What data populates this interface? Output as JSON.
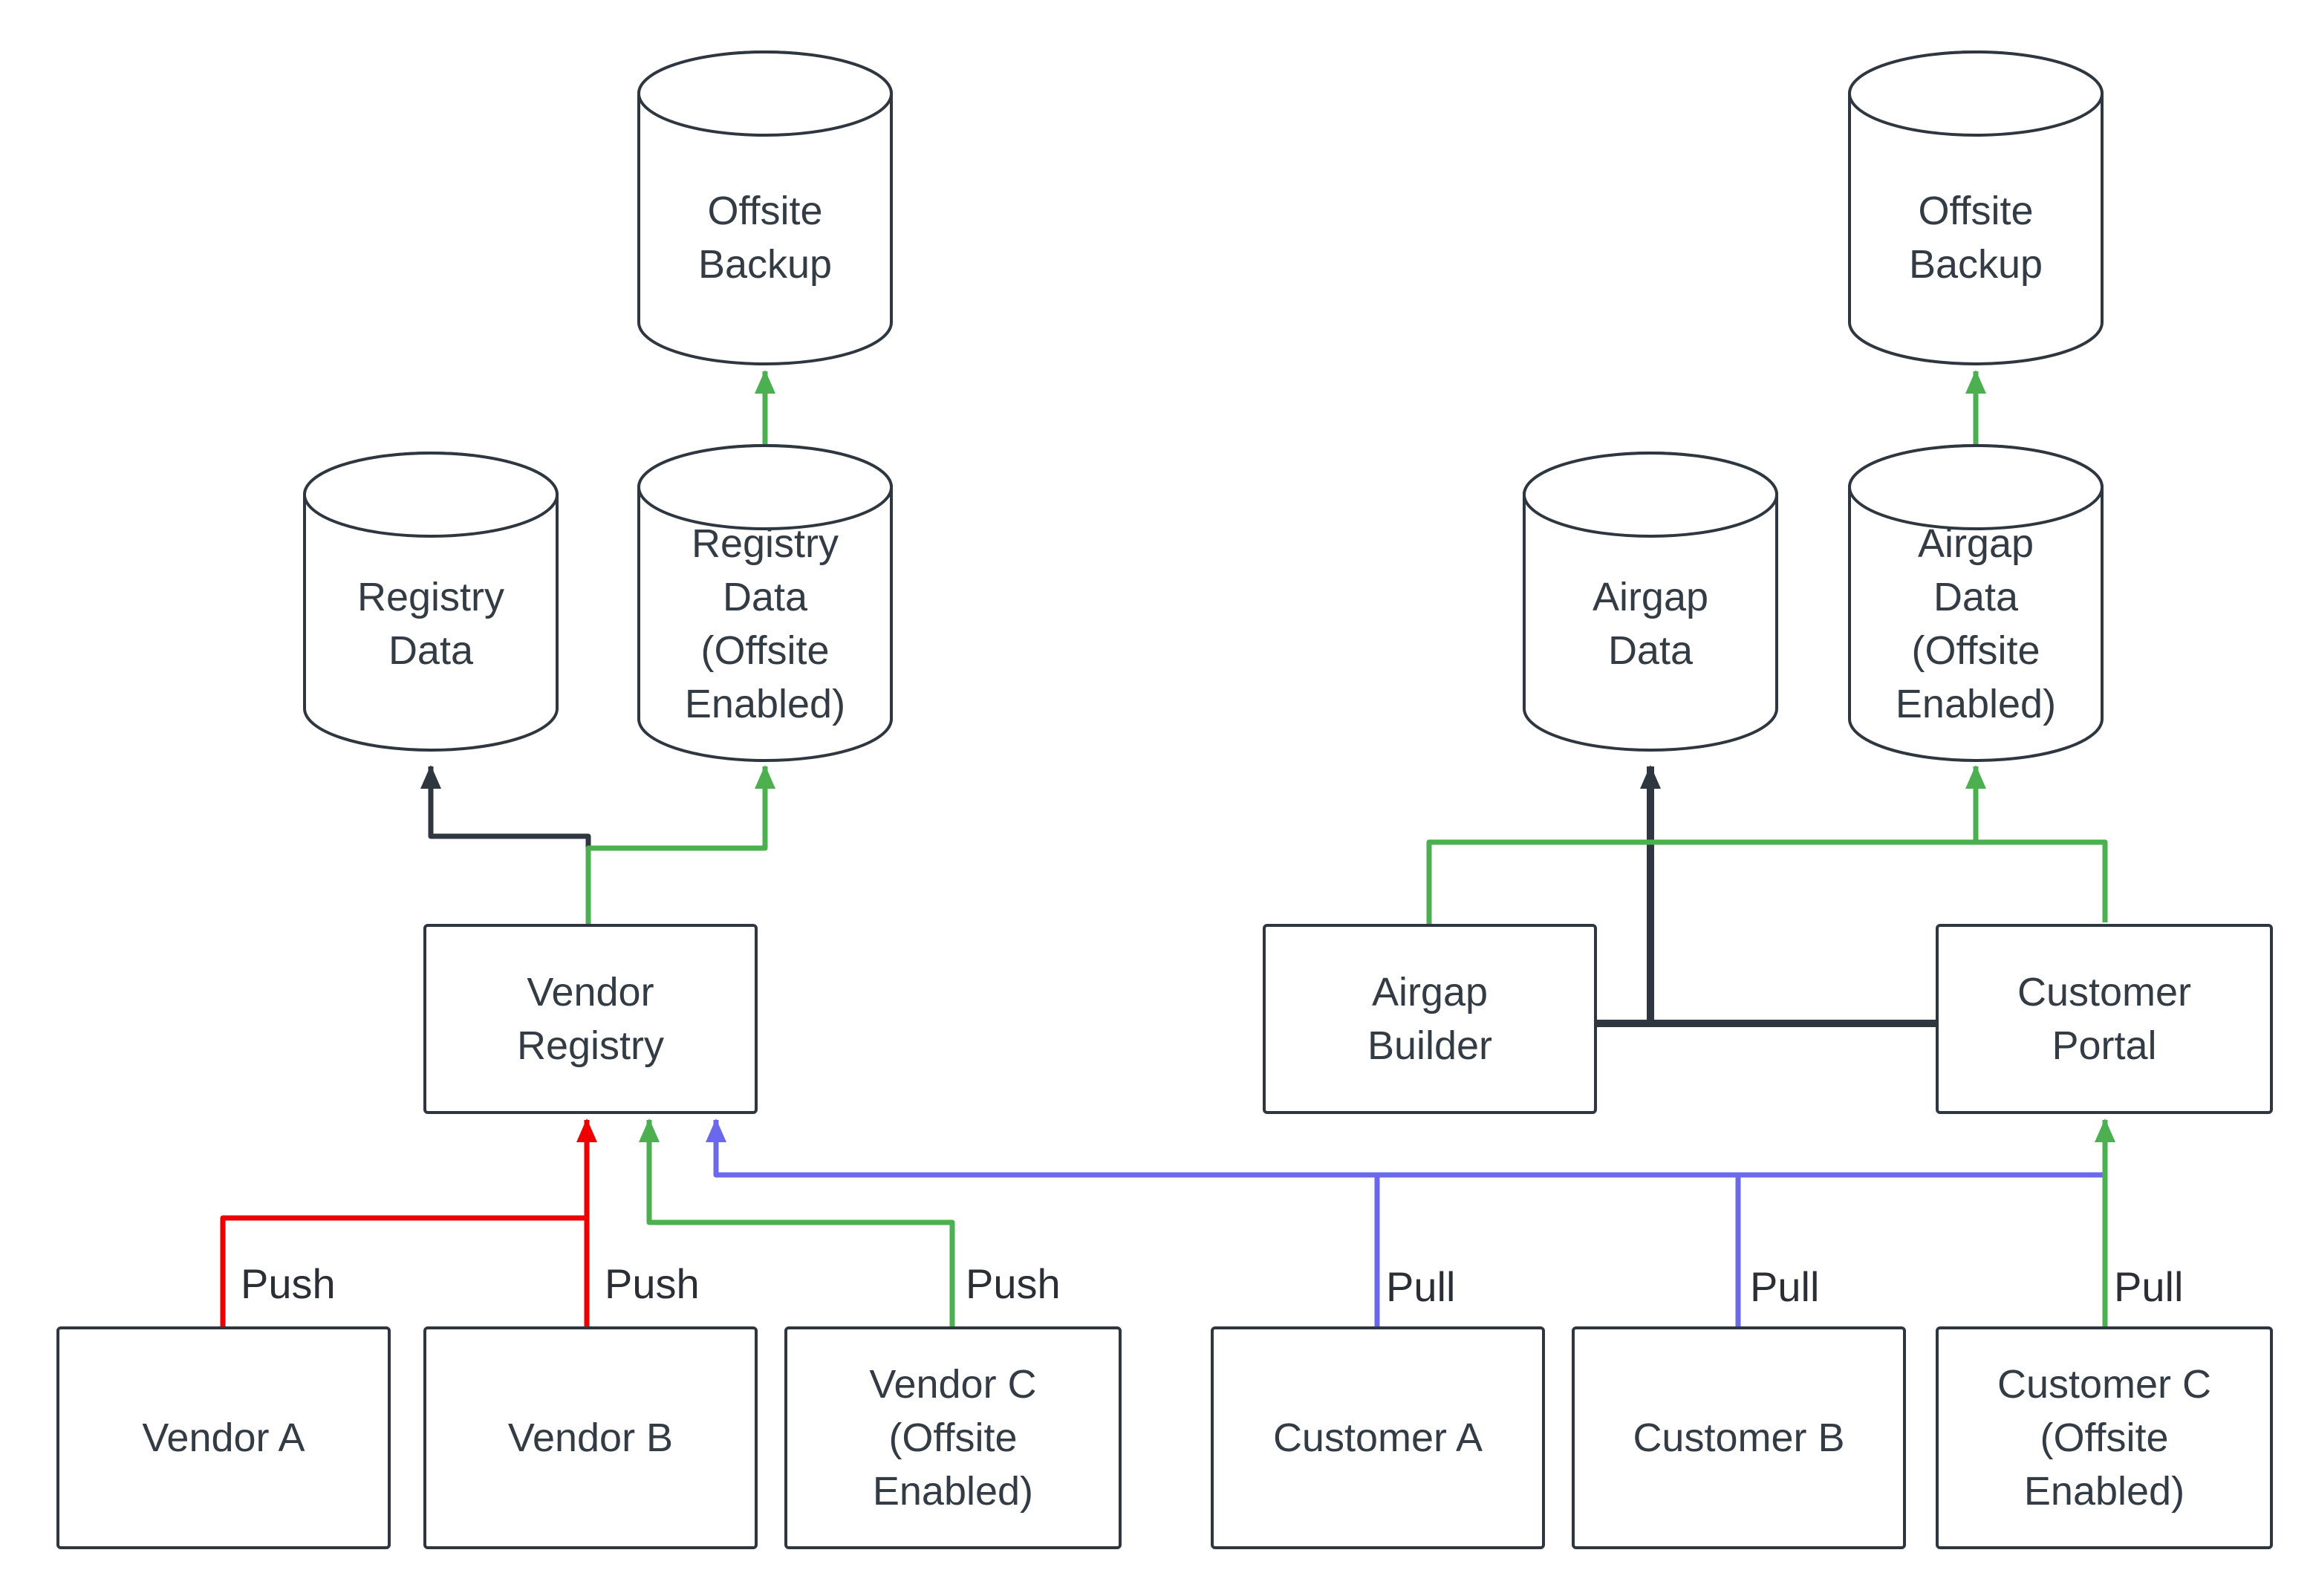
{
  "diagram": {
    "nodes": {
      "offsite_backup_left": "Offsite\nBackup",
      "registry_data": "Registry\nData",
      "registry_data_offsite": "Registry\nData\n(Offsite\nEnabled)",
      "vendor_registry": "Vendor\nRegistry",
      "vendor_a": "Vendor A",
      "vendor_b": "Vendor B",
      "vendor_c": "Vendor C\n(Offsite\nEnabled)",
      "offsite_backup_right": "Offsite\nBackup",
      "airgap_data": "Airgap\nData",
      "airgap_data_offsite": "Airgap\nData\n(Offsite\nEnabled)",
      "airgap_builder": "Airgap\nBuilder",
      "customer_portal": "Customer\nPortal",
      "customer_a": "Customer A",
      "customer_b": "Customer B",
      "customer_c": "Customer C\n(Offsite\nEnabled)"
    },
    "edge_labels": {
      "push_a": "Push",
      "push_b": "Push",
      "push_c": "Push",
      "pull_a": "Pull",
      "pull_b": "Pull",
      "pull_c": "Pull"
    },
    "colors": {
      "node_stroke": "#2e3640",
      "dark_flow": "#2e3640",
      "offsite_green": "#4caf50",
      "push_red": "#ee0000",
      "pull_blue": "#6b68ee"
    },
    "edges": [
      {
        "from": "Vendor A",
        "to": "Vendor Registry",
        "label": "Push",
        "color": "red"
      },
      {
        "from": "Vendor B",
        "to": "Vendor Registry",
        "label": "Push",
        "color": "red"
      },
      {
        "from": "Vendor C (Offsite Enabled)",
        "to": "Vendor Registry",
        "label": "Push",
        "color": "green"
      },
      {
        "from": "Customer A",
        "to": "Vendor Registry",
        "label": "Pull",
        "color": "blue"
      },
      {
        "from": "Customer B",
        "to": "Vendor Registry",
        "label": "Pull",
        "color": "blue"
      },
      {
        "from": "Customer C (Offsite Enabled)",
        "to": "Customer Portal",
        "label": "Pull",
        "color": "green"
      },
      {
        "from": "Vendor Registry",
        "to": "Registry Data",
        "color": "dark"
      },
      {
        "from": "Vendor Registry",
        "to": "Registry Data (Offsite Enabled)",
        "color": "green"
      },
      {
        "from": "Registry Data (Offsite Enabled)",
        "to": "Offsite Backup",
        "color": "green"
      },
      {
        "from": "Airgap Builder",
        "to": "Customer Portal",
        "color": "dark"
      },
      {
        "from": "Airgap Builder / Customer Portal",
        "to": "Airgap Data",
        "color": "dark"
      },
      {
        "from": "Airgap Builder / Customer Portal",
        "to": "Airgap Data (Offsite Enabled)",
        "color": "green"
      },
      {
        "from": "Airgap Data (Offsite Enabled)",
        "to": "Offsite Backup",
        "color": "green"
      }
    ]
  }
}
